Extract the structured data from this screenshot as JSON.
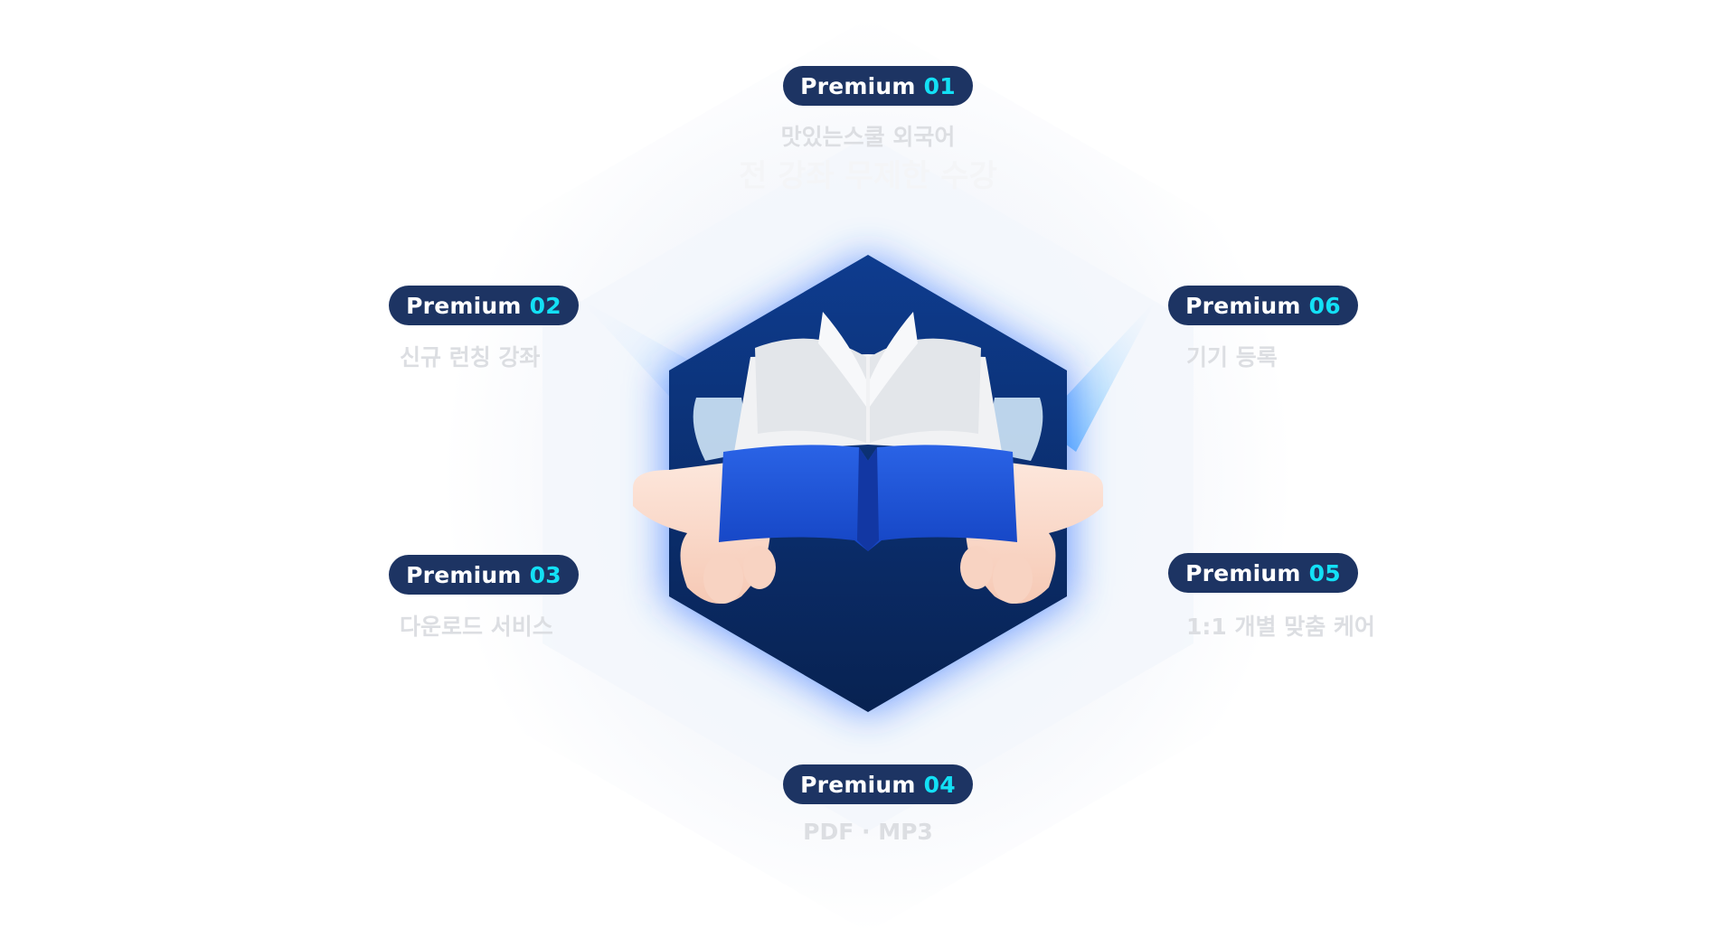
{
  "colors": {
    "badge_bg": "#1d3463",
    "badge_number": "#13e0f5",
    "badge_text": "#ffffff",
    "item_text": "#dcdee2",
    "hex_dark": "#0b2a66",
    "book_blue": "#1f56d9"
  },
  "center": {
    "icon": "open-book-in-hands-icon"
  },
  "premium_items": [
    {
      "badge_prefix": "Premium",
      "badge_number": "01",
      "text": "맛있는스쿨 외국어",
      "sub_text": "전 강좌 무제한 수강"
    },
    {
      "badge_prefix": "Premium",
      "badge_number": "02",
      "text": "신규 런칭 강좌"
    },
    {
      "badge_prefix": "Premium",
      "badge_number": "03",
      "text": "다운로드 서비스"
    },
    {
      "badge_prefix": "Premium",
      "badge_number": "04",
      "text": "PDF · MP3"
    },
    {
      "badge_prefix": "Premium",
      "badge_number": "05",
      "text": "1:1 개별 맞춤 케어"
    },
    {
      "badge_prefix": "Premium",
      "badge_number": "06",
      "text": "기기 등록"
    }
  ]
}
